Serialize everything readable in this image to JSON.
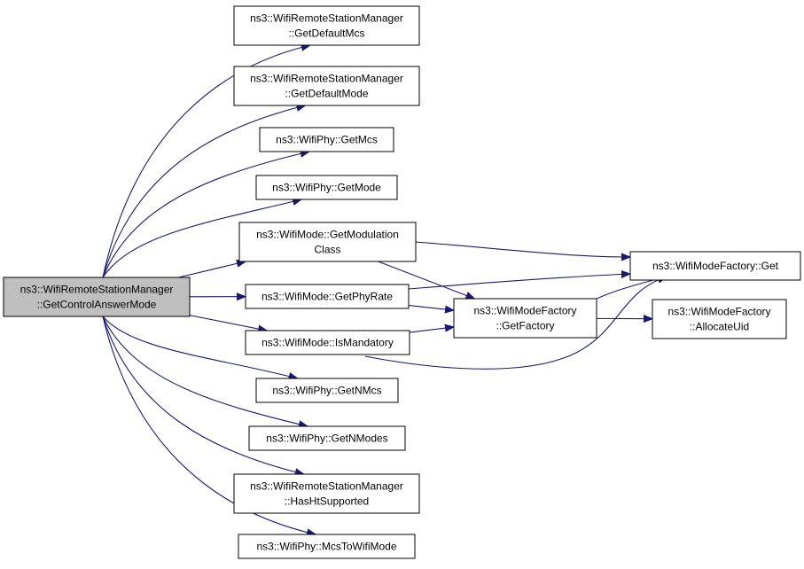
{
  "colors": {
    "edge": "#191970",
    "node_fill": "#ffffff",
    "root_fill": "#bfbfbf",
    "node_border": "#000000"
  },
  "nodes": [
    {
      "id": "root",
      "lines": [
        "ns3::WifiRemoteStationManager",
        "::GetControlAnswerMode"
      ],
      "root": true
    },
    {
      "id": "getdefaultmcs",
      "lines": [
        "ns3::WifiRemoteStationManager",
        "::GetDefaultMcs"
      ]
    },
    {
      "id": "getdefaultmode",
      "lines": [
        "ns3::WifiRemoteStationManager",
        "::GetDefaultMode"
      ]
    },
    {
      "id": "phy-getmcs",
      "lines": [
        "ns3::WifiPhy::GetMcs"
      ]
    },
    {
      "id": "phy-getmode",
      "lines": [
        "ns3::WifiPhy::GetMode"
      ]
    },
    {
      "id": "mode-getmodulationclass",
      "lines": [
        "ns3::WifiMode::GetModulation",
        "Class"
      ]
    },
    {
      "id": "mode-getphyrate",
      "lines": [
        "ns3::WifiMode::GetPhyRate"
      ]
    },
    {
      "id": "mode-ismandatory",
      "lines": [
        "ns3::WifiMode::IsMandatory"
      ]
    },
    {
      "id": "phy-getnmcs",
      "lines": [
        "ns3::WifiPhy::GetNMcs"
      ]
    },
    {
      "id": "phy-getnmodes",
      "lines": [
        "ns3::WifiPhy::GetNModes"
      ]
    },
    {
      "id": "hashtsupported",
      "lines": [
        "ns3::WifiRemoteStationManager",
        "::HasHtSupported"
      ]
    },
    {
      "id": "phy-mcstowifimode",
      "lines": [
        "ns3::WifiPhy::McsToWifiMode"
      ]
    },
    {
      "id": "factory-getfactory",
      "lines": [
        "ns3::WifiModeFactory",
        "::GetFactory"
      ]
    },
    {
      "id": "factory-get",
      "lines": [
        "ns3::WifiModeFactory::Get"
      ]
    },
    {
      "id": "factory-allocateuid",
      "lines": [
        "ns3::WifiModeFactory",
        "::AllocateUid"
      ]
    }
  ],
  "edges": [
    {
      "from": "root",
      "to": "getdefaultmcs"
    },
    {
      "from": "root",
      "to": "getdefaultmode"
    },
    {
      "from": "root",
      "to": "phy-getmcs"
    },
    {
      "from": "root",
      "to": "phy-getmode"
    },
    {
      "from": "root",
      "to": "mode-getmodulationclass"
    },
    {
      "from": "root",
      "to": "mode-getphyrate"
    },
    {
      "from": "root",
      "to": "mode-ismandatory"
    },
    {
      "from": "root",
      "to": "phy-getnmcs"
    },
    {
      "from": "root",
      "to": "phy-getnmodes"
    },
    {
      "from": "root",
      "to": "hashtsupported"
    },
    {
      "from": "root",
      "to": "phy-mcstowifimode"
    },
    {
      "from": "mode-getmodulationclass",
      "to": "factory-get"
    },
    {
      "from": "mode-getmodulationclass",
      "to": "factory-getfactory"
    },
    {
      "from": "mode-getphyrate",
      "to": "factory-get"
    },
    {
      "from": "mode-getphyrate",
      "to": "factory-getfactory"
    },
    {
      "from": "mode-ismandatory",
      "to": "factory-getfactory"
    },
    {
      "from": "mode-ismandatory",
      "to": "factory-get"
    },
    {
      "from": "factory-getfactory",
      "to": "factory-get"
    },
    {
      "from": "factory-getfactory",
      "to": "factory-allocateuid"
    }
  ]
}
